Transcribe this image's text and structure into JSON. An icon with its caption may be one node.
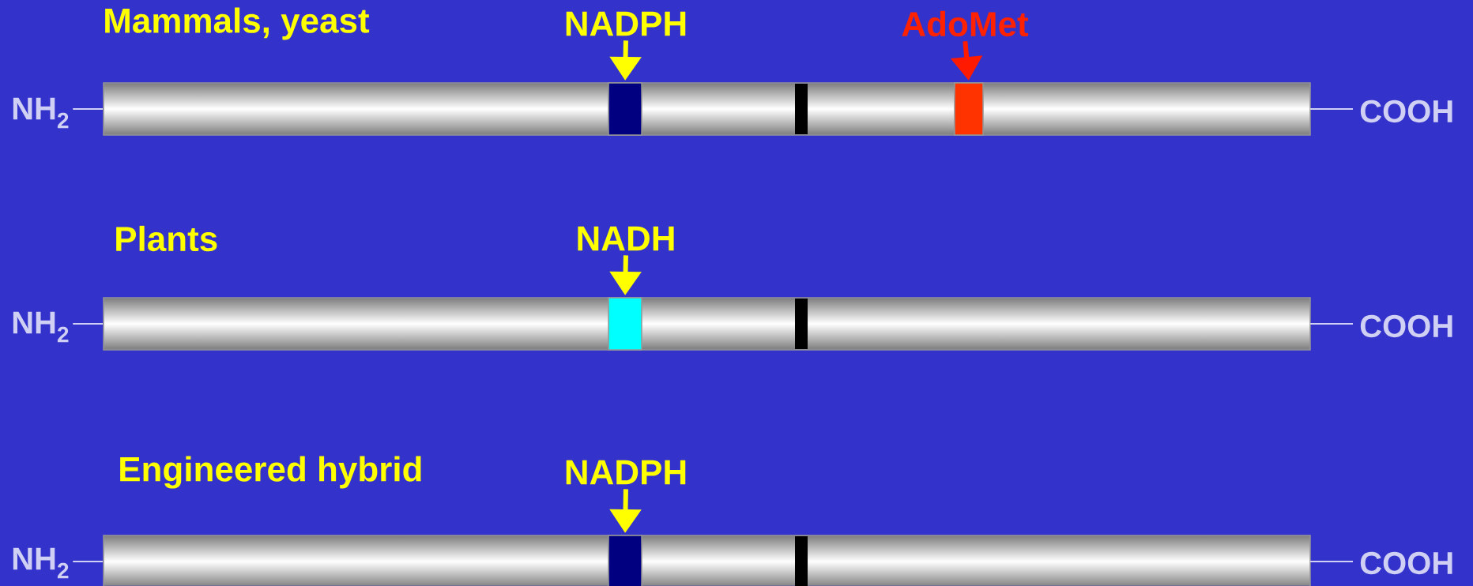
{
  "diagram": {
    "nodes": [
      {
        "text": [],
        "shape": "bar",
        "beside": [
          "Mammals, yeast"
        ]
      },
      {
        "text": [],
        "shape": "box",
        "in": 0
      },
      {
        "text": [],
        "shape": "box",
        "in": 0
      },
      {
        "text": [
          "NADPH"
        ]
      },
      {
        "text": [
          "AdoMet"
        ]
      },
      {
        "text": [
          "NH$_{2}$"
        ]
      },
      {
        "text": [
          "COOH"
        ]
      },
      {
        "text": [],
        "shape": "bar",
        "beside": [
          "Plants"
        ]
      },
      {
        "text": [],
        "shape": "box",
        "in": 7
      },
      {
        "text": [
          "NADH"
        ]
      },
      {
        "text": [
          "NH$_{2}$"
        ]
      },
      {
        "text": [
          "COOH"
        ]
      },
      {
        "text": [],
        "shape": "bar",
        "beside": [
          "Engineered hybrid"
        ]
      },
      {
        "text": [],
        "shape": "box",
        "in": 12
      },
      {
        "text": [
          "NADPH"
        ]
      },
      {
        "text": [
          "NH$_{2}$"
        ]
      },
      {
        "text": [
          "COOH"
        ]
      }
    ],
    "edges": [
      {
        "from": 3,
        "to": 1,
        "arrow": "to",
        "style": "thick",
        "color": "#ffff00"
      },
      {
        "from": 4,
        "to": 2,
        "arrow": "to",
        "style": "thick",
        "color": "#ff1a00"
      },
      {
        "from": 5,
        "to": 0,
        "arrow": "none"
      },
      {
        "from": 0,
        "to": 6,
        "arrow": "none"
      },
      {
        "from": 9,
        "to": 8,
        "arrow": "to",
        "style": "thick",
        "color": "#ffff00"
      },
      {
        "from": 10,
        "to": 7,
        "arrow": "none"
      },
      {
        "from": 7,
        "to": 11,
        "arrow": "none"
      },
      {
        "from": 14,
        "to": 13,
        "arrow": "to",
        "style": "thick",
        "color": "#ffff00"
      },
      {
        "from": 15,
        "to": 12,
        "arrow": "none"
      },
      {
        "from": 12,
        "to": 16,
        "arrow": "none"
      }
    ]
  }
}
